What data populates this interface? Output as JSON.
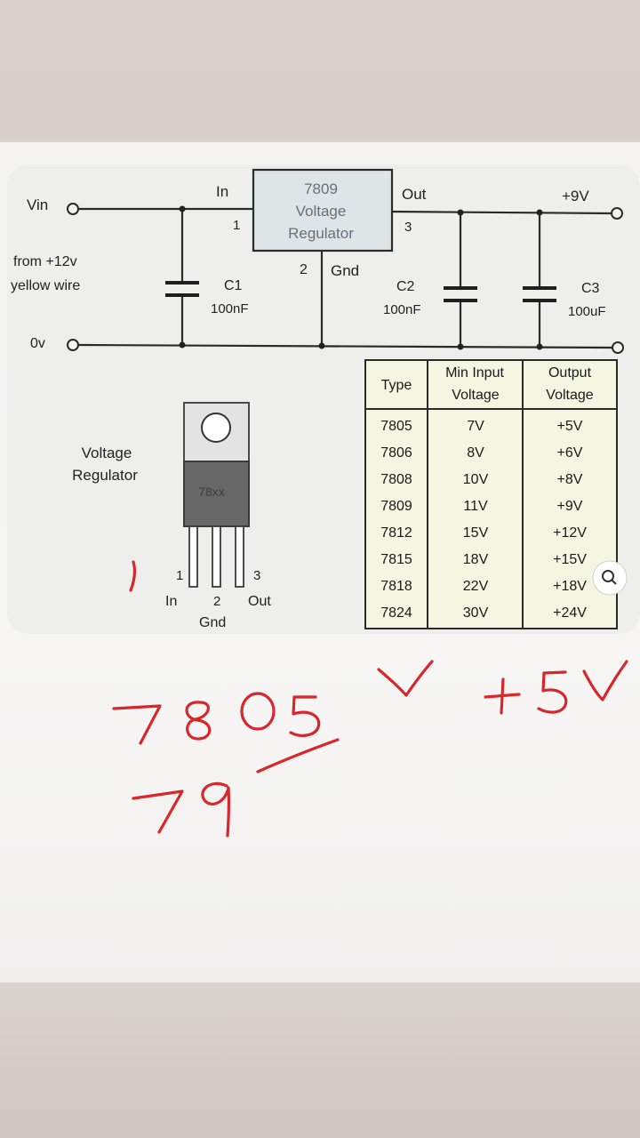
{
  "circuit": {
    "vin_label": "Vin",
    "in_label": "In",
    "pin1": "1",
    "regulator_line1": "7809",
    "regulator_line2": "Voltage",
    "regulator_line3": "Regulator",
    "out_label": "Out",
    "pin3": "3",
    "out_voltage": "+9V",
    "source_line1": "from +12v",
    "source_line2": "yellow wire",
    "pin2": "2",
    "gnd_label": "Gnd",
    "c1_name": "C1",
    "c1_value": "100nF",
    "c2_name": "C2",
    "c2_value": "100nF",
    "c3_name": "C3",
    "c3_value": "100uF",
    "zero_label": "0v"
  },
  "package": {
    "caption_line1": "Voltage",
    "caption_line2": "Regulator",
    "chip_label": "78xx",
    "pin1": "1",
    "pin2": "2",
    "pin3": "3",
    "in_label": "In",
    "gnd_label": "Gnd",
    "out_label": "Out"
  },
  "table": {
    "headers": [
      "Type",
      "Min Input",
      "Voltage",
      "Output",
      "Voltage"
    ],
    "rows": [
      [
        "7805",
        "7V",
        "+5V"
      ],
      [
        "7806",
        "8V",
        "+6V"
      ],
      [
        "7808",
        "10V",
        "+8V"
      ],
      [
        "7809",
        "11V",
        "+9V"
      ],
      [
        "7812",
        "15V",
        "+12V"
      ],
      [
        "7815",
        "18V",
        "+15V"
      ],
      [
        "7818",
        "22V",
        "+18V"
      ],
      [
        "7824",
        "30V",
        "+24V"
      ]
    ]
  },
  "handwriting": {
    "line1_left": "7805",
    "line1_right": "+5V",
    "line2": "79"
  },
  "colors": {
    "ink": "#d8262b",
    "regulator_fill": "#dfe4e6",
    "table_fill": "#f4f6e2",
    "chip_body": "#676767"
  },
  "icons": {
    "lens": "search-lens-icon"
  }
}
